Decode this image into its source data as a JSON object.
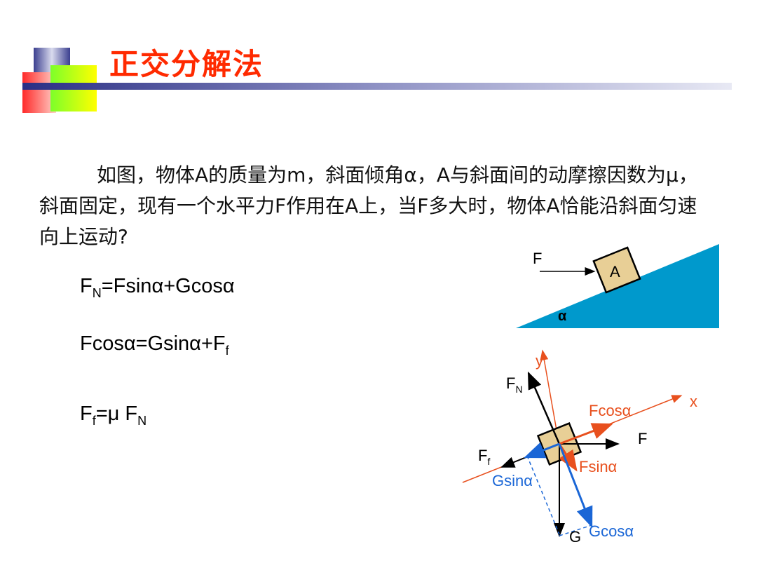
{
  "title": "正交分解法",
  "problem": "如图，物体A的质量为m，斜面倾角α，A与斜面间的动摩擦因数为μ，斜面固定，现有一个水平力F作用在A上，当F多大时，物体A恰能沿斜面匀速向上运动?",
  "equations": {
    "eq1": {
      "a": "F",
      "a_sub": "N",
      "b": "=Fsinα+Gcosα"
    },
    "eq2": {
      "a": "Fcosα=Gsinα+F",
      "a_sub": "f"
    },
    "eq3": {
      "a": "F",
      "a_sub": "f",
      "b": "=μ  F",
      "b_sub": "N"
    }
  },
  "incline": {
    "force_label": "F",
    "block_label": "A",
    "angle_label": "α"
  },
  "force_diagram": {
    "y_axis": "y",
    "x_axis": "x",
    "normal": "F",
    "normal_sub": "N",
    "fcos": "Fcosα",
    "f": "F",
    "friction": "F",
    "friction_sub": "f",
    "fsin": "Fsinα",
    "gsin": "Gsinα",
    "gravity": "G",
    "gcos": "Gcosα"
  },
  "colors": {
    "title": "#ff2a00",
    "axis": "#e8501e",
    "blue_component": "#1a66d6",
    "incline": "#0099cc",
    "block": "#e8cf96"
  }
}
